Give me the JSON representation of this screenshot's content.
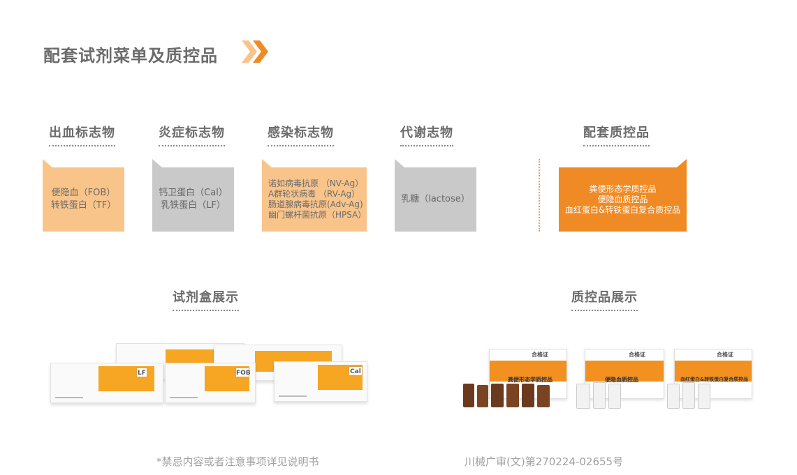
{
  "title": "配套试剂菜单及质控品",
  "categories": [
    {
      "label": "出血标志物",
      "lines": [
        "便隐血（FOB）",
        "转铁蛋白（TF）"
      ]
    },
    {
      "label": "炎症标志物",
      "lines": [
        "钙卫蛋白（Cal）",
        "乳铁蛋白（LF）"
      ]
    },
    {
      "label": "感染标志物",
      "lines": [
        "诺如病毒抗原 （NV-Ag）",
        "A群轮状病毒 （RV-Ag）",
        "肠道腺病毒抗原(Adv-Ag)",
        "幽门螺杆菌抗原（HPSA）"
      ]
    },
    {
      "label": "代谢志物",
      "lines": [
        "乳糖（lactose）"
      ]
    },
    {
      "label": "配套质控品",
      "lines": [
        "粪便形态学质控品",
        "便隐血质控品",
        "血红蛋白&转铁蛋白复合质控品"
      ]
    }
  ],
  "sections": {
    "kits": "试剂盒展示",
    "controls": "质控品展示"
  },
  "kit_box_tags": [
    "LF",
    "FOB",
    "Cal"
  ],
  "certificates": [
    {
      "header": "合格证",
      "product": "粪便形态学质控品"
    },
    {
      "header": "合格证",
      "product": "便隐血质控品"
    },
    {
      "header": "合格证",
      "product": "血红蛋白&转铁蛋白复合质控品"
    }
  ],
  "footer": {
    "note": "*禁忌内容或者注意事项详见说明书",
    "approval": "川械广审(文)第270224-02655号"
  },
  "colors": {
    "light_orange": "#f9c48a",
    "gray": "#c9c9c9",
    "dark_orange": "#f08a24",
    "title_gray": "#6b6b6b"
  }
}
